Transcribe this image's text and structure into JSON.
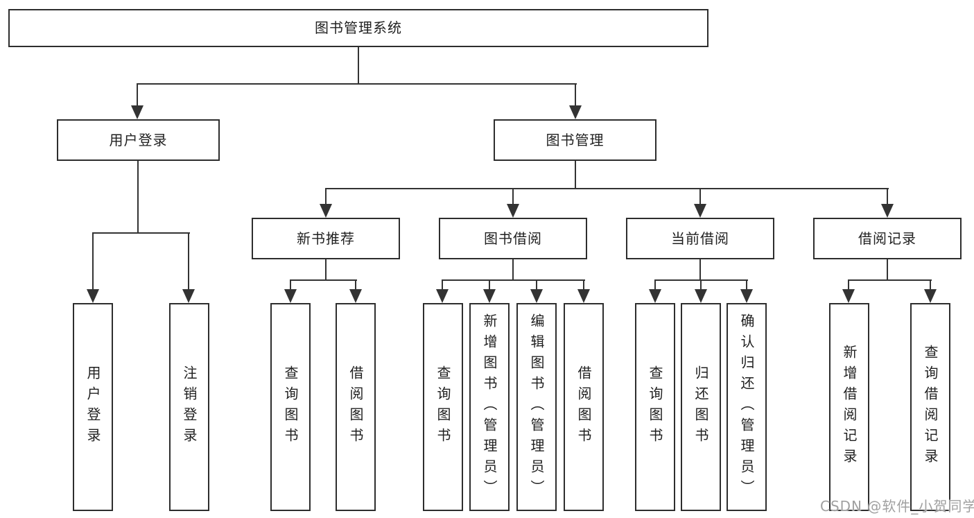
{
  "tree": {
    "label": "图书管理系统",
    "children": [
      {
        "label": "用户登录",
        "children": [
          {
            "label": "用户登录"
          },
          {
            "label": "注销登录"
          }
        ]
      },
      {
        "label": "图书管理",
        "children": [
          {
            "label": "新书推荐",
            "children": [
              {
                "label": "查询图书"
              },
              {
                "label": "借阅图书"
              }
            ]
          },
          {
            "label": "图书借阅",
            "children": [
              {
                "label": "查询图书"
              },
              {
                "label": "新增图书（管理员）"
              },
              {
                "label": "编辑图书（管理员）"
              },
              {
                "label": "借阅图书"
              }
            ]
          },
          {
            "label": "当前借阅",
            "children": [
              {
                "label": "查询图书"
              },
              {
                "label": "归还图书"
              },
              {
                "label": "确认归还（管理员）"
              }
            ]
          },
          {
            "label": "借阅记录",
            "children": [
              {
                "label": "新增借阅记录"
              },
              {
                "label": "查询借阅记录"
              }
            ]
          }
        ]
      }
    ]
  },
  "watermark": {
    "text": "CSDN @软件_小贺同学"
  },
  "colors": {
    "line": "#333333",
    "box_border": "#2d2d2d",
    "text": "#1f1f1f",
    "watermark": "#a0a0a0",
    "background": "#ffffff"
  }
}
